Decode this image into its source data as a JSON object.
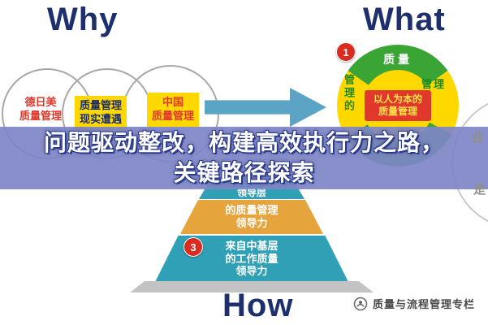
{
  "headings": {
    "why": "Why",
    "what": "What",
    "how": "How"
  },
  "venn": {
    "left": "德日美\n质量管理",
    "middle": "质量管理\n现实遭遇",
    "right": "中国\n质量管理"
  },
  "donut": {
    "badge": "1",
    "top_label": "质量",
    "right_label": "管理",
    "left_label": "管理的",
    "center_label": "以人为本的\n质量管理",
    "colors": {
      "ring_green": "#3aa435",
      "ring_yellow": "#ffd800",
      "center_bg": "#e0392b"
    }
  },
  "side": {
    "top_char": "业",
    "bottom_char": "是"
  },
  "banner": {
    "line1": "问题驱动整改，构建高效执行力之路，",
    "line2": "关键路径探索",
    "bg_color": "#7e86c6"
  },
  "pyramid": {
    "badge": "3",
    "layers": [
      {
        "text": "领导层",
        "color": "#2fa0b5"
      },
      {
        "text": "的质量管理\n领导力",
        "color": "#e6a43c"
      },
      {
        "text": "来自中基层\n的工作质量\n领导力",
        "color": "#2fa0b5"
      },
      {
        "text": "",
        "color": "#c3c3c3"
      }
    ]
  },
  "footer": {
    "brand": "质量与流程管理专栏"
  },
  "colors": {
    "heading_navy": "#1e2f6e",
    "accent_red": "#d92b1f",
    "arrow_blue": "#5ca4c5",
    "venn_yellow": "#ffd800"
  }
}
